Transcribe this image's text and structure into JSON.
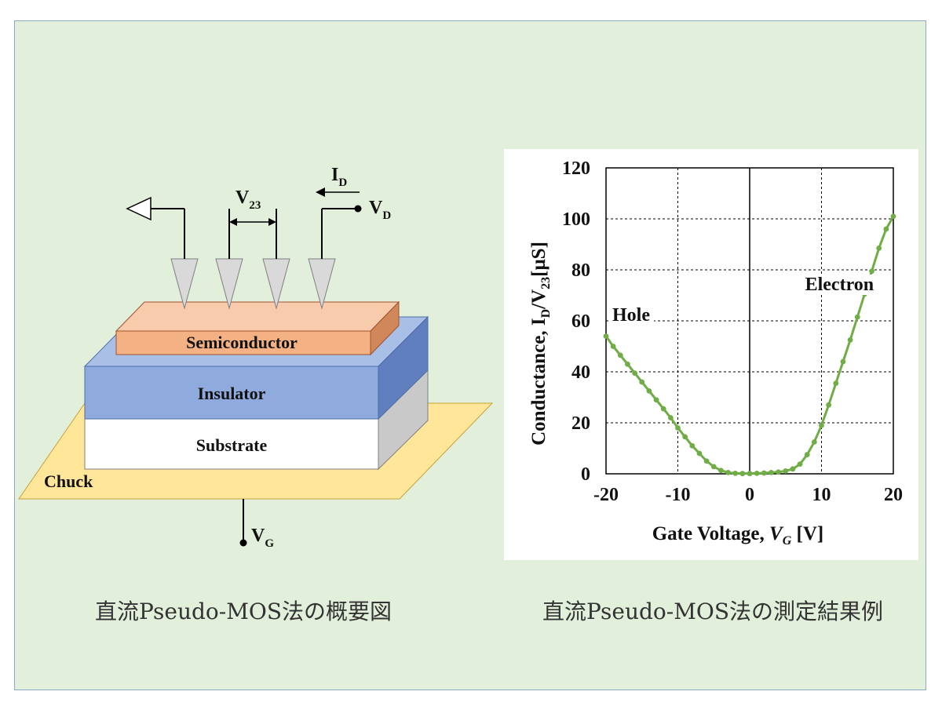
{
  "diagram": {
    "layers": {
      "semiconductor": "Semiconductor",
      "insulator": "Insulator",
      "substrate": "Substrate",
      "chuck": "Chuck"
    },
    "labels": {
      "id_main": "I",
      "id_sub": "D",
      "vd_main": "V",
      "vd_sub": "D",
      "v23_main": "V",
      "v23_sub": "23",
      "vg_main": "V",
      "vg_sub": "G"
    },
    "colors": {
      "background": "#e2efda",
      "semiconductor": "#f4b183",
      "insulator": "#8faadc",
      "substrate": "#ffffff",
      "chuck": "#ffe699",
      "probe": "#d9d9d9"
    }
  },
  "chart_data": {
    "type": "scatter",
    "xlabel_main": "Gate Voltage, ",
    "xlabel_var": "V",
    "xlabel_sub": "G",
    "xlabel_unit": " [V]",
    "ylabel_a": "Conductance, I",
    "ylabel_sub1": "D",
    "ylabel_b": "/V",
    "ylabel_sub2": "23",
    "ylabel_c": "[μS]",
    "xlim": [
      -20,
      20
    ],
    "ylim": [
      0,
      120
    ],
    "xticks": [
      -20,
      -10,
      0,
      10,
      20
    ],
    "yticks": [
      0,
      20,
      40,
      60,
      80,
      100,
      120
    ],
    "grid": true,
    "series_color": "#70ad47",
    "annotations": [
      {
        "text": "Hole",
        "x": -16.5,
        "y": 60
      },
      {
        "text": "Electron",
        "x": 12.5,
        "y": 72
      }
    ],
    "series": [
      {
        "x": [
          -20,
          -19,
          -18,
          -17,
          -16,
          -15,
          -14,
          -13,
          -12,
          -11,
          -10,
          -9,
          -8,
          -7,
          -6,
          -5,
          -4,
          -3,
          -2,
          -1,
          0,
          1,
          2,
          3,
          4,
          5,
          6,
          7,
          8,
          9,
          10,
          11,
          12,
          13,
          14,
          15,
          16,
          17,
          18,
          19,
          20
        ],
        "y": [
          54,
          50,
          46.5,
          43,
          39.5,
          36,
          32.5,
          29,
          25.5,
          22,
          18,
          14.5,
          11,
          8,
          5,
          2.8,
          1.3,
          0.5,
          0.2,
          0.1,
          0.1,
          0.2,
          0.3,
          0.5,
          0.7,
          1.1,
          1.9,
          3.8,
          7.5,
          12.5,
          19,
          27,
          35.5,
          44,
          52.5,
          61.5,
          70.5,
          79.5,
          88.5,
          96,
          101
        ]
      }
    ]
  },
  "captions": {
    "left": "直流Pseudo-MOS法の概要図",
    "right": "直流Pseudo-MOS法の測定結果例"
  }
}
